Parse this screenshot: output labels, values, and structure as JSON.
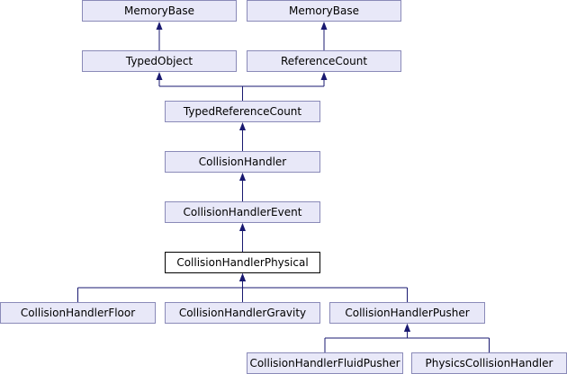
{
  "colors": {
    "node_fill": "#e8e8f8",
    "node_border": "#8a8ab8",
    "current_node_fill": "#ffffff",
    "current_node_border": "#000000",
    "edge": "#191970"
  },
  "diagram": {
    "current_class": "CollisionHandlerPhysical",
    "nodes": {
      "memory_base_1": "MemoryBase",
      "memory_base_2": "MemoryBase",
      "typed_object": "TypedObject",
      "reference_count": "ReferenceCount",
      "typed_reference_count": "TypedReferenceCount",
      "collision_handler": "CollisionHandler",
      "collision_handler_event": "CollisionHandlerEvent",
      "collision_handler_physical": "CollisionHandlerPhysical",
      "collision_handler_floor": "CollisionHandlerFloor",
      "collision_handler_gravity": "CollisionHandlerGravity",
      "collision_handler_pusher": "CollisionHandlerPusher",
      "collision_handler_fluid_pusher": "CollisionHandlerFluidPusher",
      "physics_collision_handler": "PhysicsCollisionHandler"
    },
    "edges": [
      [
        "typed_object",
        "memory_base_1"
      ],
      [
        "reference_count",
        "memory_base_2"
      ],
      [
        "typed_reference_count",
        "typed_object"
      ],
      [
        "typed_reference_count",
        "reference_count"
      ],
      [
        "collision_handler",
        "typed_reference_count"
      ],
      [
        "collision_handler_event",
        "collision_handler"
      ],
      [
        "collision_handler_physical",
        "collision_handler_event"
      ],
      [
        "collision_handler_floor",
        "collision_handler_physical"
      ],
      [
        "collision_handler_gravity",
        "collision_handler_physical"
      ],
      [
        "collision_handler_pusher",
        "collision_handler_physical"
      ],
      [
        "collision_handler_fluid_pusher",
        "collision_handler_pusher"
      ],
      [
        "physics_collision_handler",
        "collision_handler_pusher"
      ]
    ]
  }
}
